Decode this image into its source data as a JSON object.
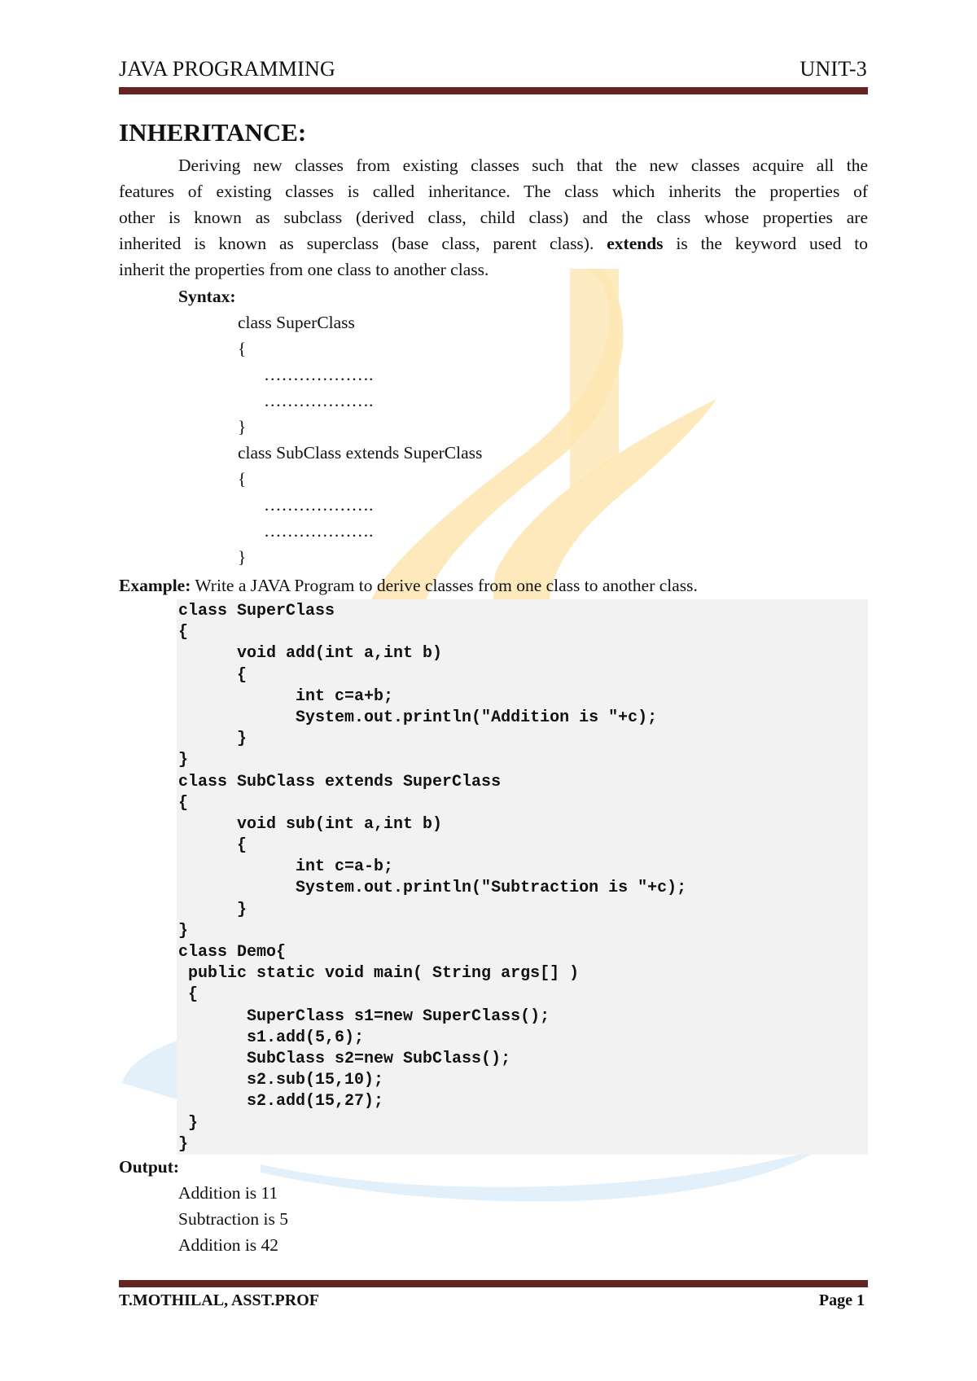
{
  "header": {
    "left": "JAVA PROGRAMMING",
    "right": "UNIT-3"
  },
  "title": "INHERITANCE:",
  "paragraph": {
    "lines": [
      "Deriving new classes from existing classes such that the new classes acquire all the",
      "features of existing classes is called inheritance. The class which inherits the properties of",
      "other is known as subclass (derived class, child class) and the class whose properties are"
    ],
    "line4_before": "inherited is known as superclass (base class, parent class). ",
    "line4_bold": "extends",
    "line4_after": " is the keyword used to",
    "line5": "inherit the properties from one class to another class."
  },
  "syntax": {
    "label": "Syntax:",
    "lines": [
      "class SuperClass",
      "{",
      "……………….",
      "……………….",
      "}",
      "class SubClass extends SuperClass",
      "{",
      "……………….",
      "……………….",
      "}"
    ]
  },
  "example": {
    "label": "Example:",
    "text": " Write a JAVA Program to derive classes from one class to another class."
  },
  "code_lines": [
    "class SuperClass",
    "{",
    "      void add(int a,int b)",
    "      {",
    "            int c=a+b;",
    "            System.out.println(\"Addition is \"+c);",
    "      }",
    "}",
    "class SubClass extends SuperClass",
    "{",
    "      void sub(int a,int b)",
    "      {",
    "            int c=a-b;",
    "            System.out.println(\"Subtraction is \"+c);",
    "      }",
    "}",
    "class Demo{",
    " public static void main( String args[] )",
    " {",
    "       SuperClass s1=new SuperClass();",
    "       s1.add(5,6);",
    "       SubClass s2=new SubClass();",
    "       s2.sub(15,10);",
    "       s2.add(15,27);",
    " }",
    "}"
  ],
  "output": {
    "label": "Output:",
    "lines": [
      "Addition is 11",
      "Subtraction is 5",
      "Addition is 42"
    ]
  },
  "footer": {
    "left": "T.MOTHILAL, ASST.PROF",
    "right": "Page 1"
  },
  "colors": {
    "rule": "#632423",
    "code_bg": "#f2f2f2",
    "watermark_gold": "#fbd27a",
    "watermark_blue": "#dcecf8"
  }
}
